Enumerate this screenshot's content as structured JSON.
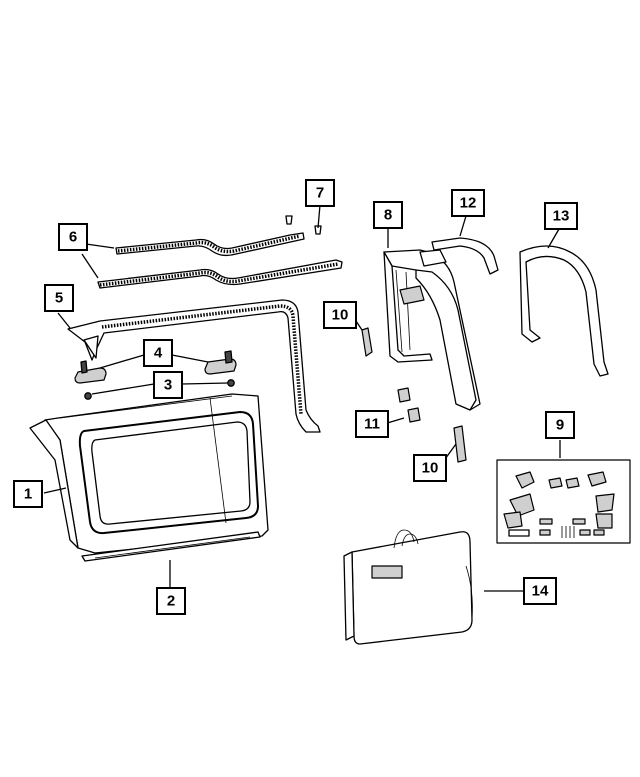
{
  "callouts": [
    {
      "id": "c1",
      "label": "1"
    },
    {
      "id": "c2",
      "label": "2"
    },
    {
      "id": "c3",
      "label": "3"
    },
    {
      "id": "c4",
      "label": "4"
    },
    {
      "id": "c5",
      "label": "5"
    },
    {
      "id": "c6",
      "label": "6"
    },
    {
      "id": "c7",
      "label": "7"
    },
    {
      "id": "c8",
      "label": "8"
    },
    {
      "id": "c9",
      "label": "9"
    },
    {
      "id": "c10a",
      "label": "10"
    },
    {
      "id": "c10b",
      "label": "10"
    },
    {
      "id": "c11",
      "label": "11"
    },
    {
      "id": "c12",
      "label": "12"
    },
    {
      "id": "c13",
      "label": "13"
    },
    {
      "id": "c14",
      "label": "14"
    }
  ]
}
